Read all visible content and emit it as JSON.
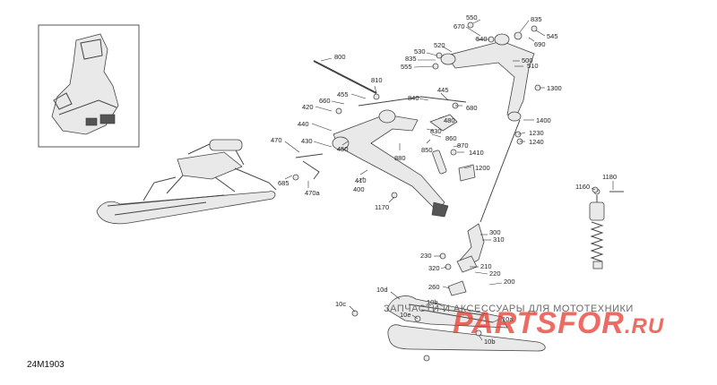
{
  "diagram": {
    "reference_code": "24M1903",
    "callouts": [
      "550",
      "835",
      "670",
      "545",
      "540",
      "690",
      "520",
      "530",
      "835",
      "555",
      "500",
      "510",
      "800",
      "810",
      "1300",
      "445",
      "455",
      "660",
      "840",
      "680",
      "420",
      "480",
      "440",
      "830",
      "1400",
      "860",
      "1230",
      "870",
      "1240",
      "430",
      "470",
      "1410",
      "880",
      "450",
      "850",
      "1200",
      "685",
      "410",
      "400",
      "470a",
      "1160",
      "1180",
      "1170",
      "300",
      "310",
      "230",
      "210",
      "320",
      "220",
      "200",
      "260",
      "10d",
      "10c",
      "10e",
      "10b",
      "10a",
      "10b"
    ]
  },
  "watermark": {
    "text": "ЗАПЧАСТИ И АКСЕССУАРЫ ДЛЯ МОТОТЕХНИКИ",
    "logo": "PARTSFOR",
    "logo_suffix": ".RU"
  }
}
